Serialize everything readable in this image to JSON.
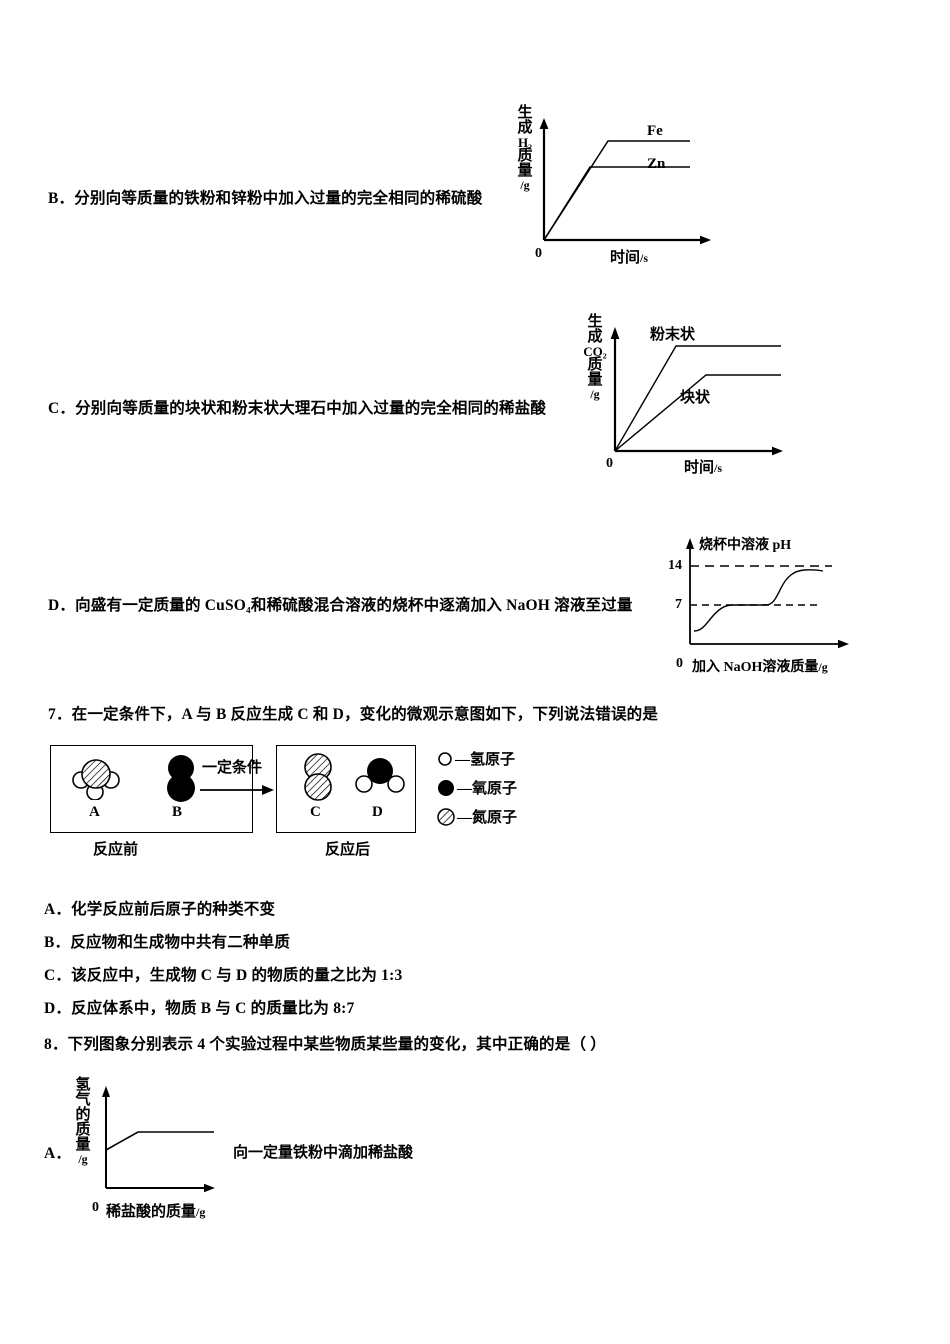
{
  "document": {
    "type": "chemistry-exam-page"
  },
  "option_b": {
    "label": "B．分别向等质量的铁粉和锌粉中加入过量的完全相同的稀硫酸"
  },
  "option_c": {
    "label": "C．分别向等质量的块状和粉末状大理石中加入过量的完全相同的稀盐酸"
  },
  "option_d": {
    "label": "D．向盛有一定质量的 CuSO₄和稀硫酸混合溶液的烧杯中逐滴加入 NaOH 溶液至过量"
  },
  "chart_data": [
    {
      "id": "chart-b-h2-vs-time",
      "type": "line",
      "title": "",
      "ylabel_chars": [
        "生",
        "成",
        "H₂",
        "质",
        "量"
      ],
      "ylabel_unit": "/g",
      "xlabel": "时间",
      "xlabel_unit": "/s",
      "origin_label": "0",
      "series": [
        {
          "name": "Fe",
          "points": [
            [
              0,
              0
            ],
            [
              38,
              78
            ],
            [
              100,
              78
            ]
          ],
          "plateau": 78,
          "knee_x": 38
        },
        {
          "name": "Zn",
          "points": [
            [
              0,
              0
            ],
            [
              26,
              57
            ],
            [
              100,
              57
            ]
          ],
          "plateau": 57,
          "knee_x": 26
        }
      ],
      "note": "Fe plateau higher than Zn; Zn reaches plateau earlier"
    },
    {
      "id": "chart-c-co2-vs-time",
      "type": "line",
      "title": "",
      "ylabel_chars": [
        "生",
        "成",
        "CO₂",
        "质",
        "量"
      ],
      "ylabel_unit": "/g",
      "xlabel": "时间",
      "xlabel_unit": "/s",
      "origin_label": "0",
      "series": [
        {
          "name": "粉末状",
          "points": [
            [
              0,
              0
            ],
            [
              36,
              80
            ],
            [
              100,
              80
            ]
          ],
          "plateau": 80,
          "knee_x": 36
        },
        {
          "name": "块状",
          "points": [
            [
              0,
              0
            ],
            [
              55,
              57
            ],
            [
              100,
              57
            ]
          ],
          "plateau": 57,
          "knee_x": 55
        }
      ],
      "note": "powder reacts faster and reaches a higher plateau in this (incorrect) depiction"
    },
    {
      "id": "chart-d-ph-vs-naoh",
      "type": "line",
      "title": "烧杯中溶液 pH",
      "ylabel": "烧杯中溶液 pH",
      "xlabel": "加入 NaOH溶液质量",
      "xlabel_unit": "/g",
      "origin_label": "0",
      "yticks": [
        7,
        14
      ],
      "gridlines": "dashed at pH 7 and pH 14",
      "series": [
        {
          "name": "pH curve",
          "segments": [
            {
              "shape": "s-curve-rise",
              "from": [
                0,
                2.5
              ],
              "to": [
                34,
                7
              ]
            },
            {
              "shape": "flat",
              "from": [
                34,
                7
              ],
              "to": [
                58,
                7
              ]
            },
            {
              "shape": "s-curve-rise",
              "from": [
                58,
                7
              ],
              "to": [
                95,
                13
              ]
            }
          ]
        }
      ]
    },
    {
      "id": "chart-8a-h2-vs-hcl",
      "type": "line",
      "title": "",
      "ylabel_chars": [
        "氢",
        "气",
        "的",
        "质",
        "量"
      ],
      "ylabel_unit": "/g",
      "xlabel": "稀盐酸的质量",
      "xlabel_unit": "/g",
      "origin_label": "0",
      "series": [
        {
          "name": "氢气的质量",
          "points": [
            [
              0,
              30
            ],
            [
              32,
              52
            ],
            [
              78,
              52
            ]
          ],
          "note": "line starts at a positive y-intercept then plateaus"
        }
      ]
    }
  ],
  "question7": {
    "stem": "7．在一定条件下，A 与 B 反应生成 C 和 D，变化的微观示意图如下，下列说法错误的是",
    "before_label": "反应前",
    "after_label": "反应后",
    "condition_label": "一定条件",
    "molecules": {
      "a": "A",
      "b": "B",
      "c": "C",
      "d": "D"
    },
    "legend": [
      {
        "glyph": "white-circle",
        "label": "—氢原子"
      },
      {
        "glyph": "black-circle",
        "label": "—氧原子"
      },
      {
        "glyph": "hatched-circle",
        "label": "—氮原子"
      }
    ],
    "options": [
      "A．化学反应前后原子的种类不变",
      "B．反应物和生成物中共有二种单质",
      "C．该反应中，生成物 C 与 D 的物质的量之比为 1:3",
      "D．反应体系中，物质 B 与 C 的质量比为 8:7"
    ]
  },
  "question8": {
    "stem": "8．下列图象分别表示 4 个实验过程中某些物质某些量的变化，其中正确的是（      ）",
    "option_a_letter": "A．",
    "option_a_caption": "向一定量铁粉中滴加稀盐酸"
  }
}
